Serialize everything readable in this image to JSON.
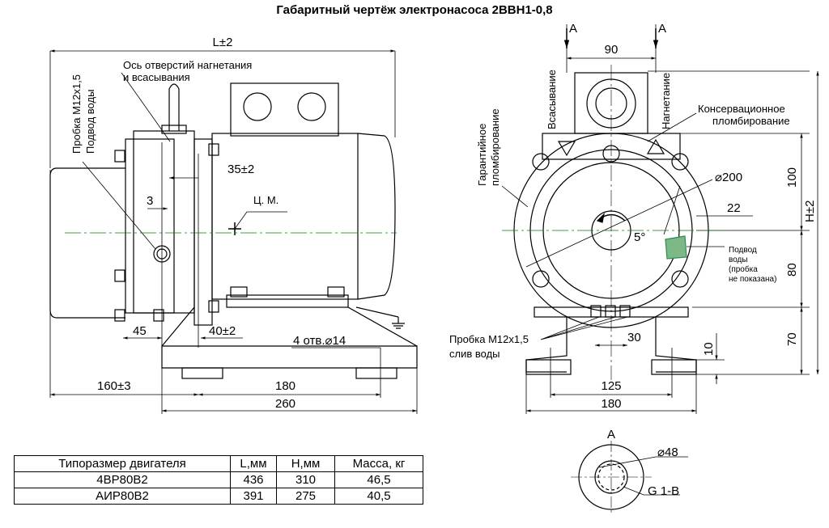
{
  "title": "Габаритный чертёж электронасоса 2ВВН1-0,8",
  "side_view": {
    "dim_L": "L±2",
    "plug_label_1": "Пробка М12х1,5",
    "plug_label_2": "Подвод воды",
    "axis_label_1": "Ось отверстий нагнетания",
    "axis_label_2": "и всасывания",
    "dim_35": "35±2",
    "dim_3": "3",
    "cm_label": "Ц. М.",
    "dim_45": "45",
    "dim_40": "40±2",
    "holes_label": "4 отв.⌀14",
    "dim_160": "160±3",
    "dim_180": "180",
    "dim_260": "260"
  },
  "front_view": {
    "section_a_left": "A",
    "section_a_right": "A",
    "dim_90": "90",
    "suction": "Всасывание",
    "discharge": "Нагнетание",
    "warranty_1": "Гарантийное",
    "warranty_2": "пломбирование",
    "conservation_1": "Консервационное",
    "conservation_2": "пломбирование",
    "dim_d200": "⌀200",
    "dim_22": "22",
    "dim_5deg": "5°",
    "water_in_1": "Подвод",
    "water_in_2": "воды",
    "water_in_3": "(пробка",
    "water_in_4": "не показана)",
    "dim_100": "100",
    "dim_H": "H±2",
    "dim_80": "80",
    "dim_70": "70",
    "dim_10": "10",
    "drain_1": "Пробка М12х1,5",
    "drain_2": "слив воды",
    "dim_30": "30",
    "dim_125": "125",
    "dim_180b": "180"
  },
  "section_a": {
    "label": "A",
    "dim_d48": "⌀48",
    "thread": "G 1-B"
  },
  "table": {
    "headers": [
      "Типоразмер двигателя",
      "L,мм",
      "H,мм",
      "Масса, кг"
    ],
    "rows": [
      [
        "4ВР80В2",
        "436",
        "310",
        "46,5"
      ],
      [
        "АИР80В2",
        "391",
        "275",
        "40,5"
      ]
    ]
  },
  "colors": {
    "line": "#000000",
    "centerline": "#008000",
    "hatch": "#2e8b57"
  }
}
